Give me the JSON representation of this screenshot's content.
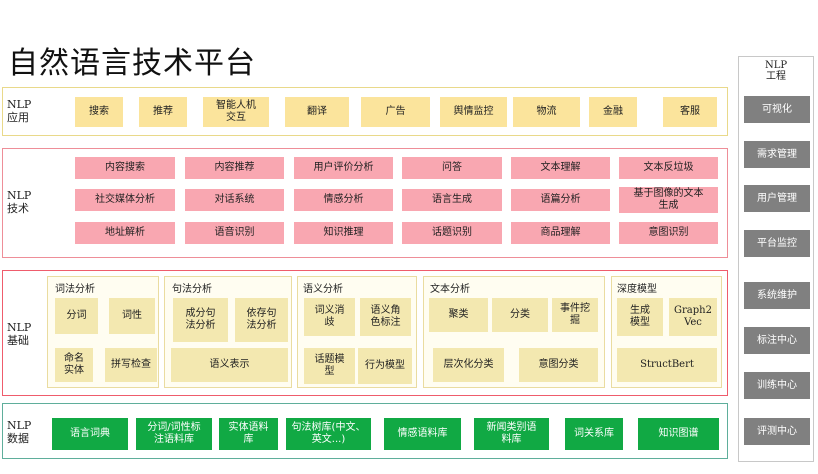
{
  "title": "自然语言技术平台",
  "app": {
    "label_line1": "NLP",
    "label_line2": "应用",
    "items": [
      "搜索",
      "推荐",
      "智能人机\n交互",
      "翻译",
      "广告",
      "舆情监控",
      "物流",
      "金融",
      "客服"
    ]
  },
  "tech": {
    "label_line1": "NLP",
    "label_line2": "技术",
    "items": [
      "内容搜索",
      "内容推荐",
      "用户评价分析",
      "问答",
      "文本理解",
      "文本反垃圾",
      "社交媒体分析",
      "对话系统",
      "情感分析",
      "语言生成",
      "语篇分析",
      "基于图像的文本\n生成",
      "地址解析",
      "语音识别",
      "知识推理",
      "话题识别",
      "商品理解",
      "意图识别"
    ]
  },
  "base": {
    "label_line1": "NLP",
    "label_line2": "基础",
    "groups": [
      {
        "title": "词法分析",
        "items": [
          "分词",
          "词性",
          "命名\n实体",
          "拼写检查"
        ]
      },
      {
        "title": "句法分析",
        "items": [
          "成分句\n法分析",
          "依存句\n法分析",
          "语义表示"
        ]
      },
      {
        "title": "语义分析",
        "items": [
          "词义消\n歧",
          "语义角\n色标注",
          "话题模\n型",
          "行为模型"
        ]
      },
      {
        "title": "文本分析",
        "items": [
          "聚类",
          "分类",
          "事件挖\n掘",
          "层次化分类",
          "意图分类"
        ]
      },
      {
        "title": "深度模型",
        "items": [
          "生成\n模型",
          "Graph2\nVec",
          "StructBert"
        ]
      }
    ]
  },
  "data": {
    "label_line1": "NLP",
    "label_line2": "数据",
    "items": [
      "语言词典",
      "分词/词性标\n注语料库",
      "实体语料\n库",
      "句法树库(中文、\n英文...)",
      "情感语料库",
      "新闻类别语\n料库",
      "词关系库",
      "知识图谱"
    ]
  },
  "engineering": {
    "title_line1": "NLP",
    "title_line2": "工程",
    "items": [
      "可视化",
      "需求管理",
      "用户管理",
      "平台监控",
      "系统维护",
      "标注中心",
      "训练中心",
      "评测中心"
    ]
  },
  "colors": {
    "app_box": "#fbe49c",
    "tech_box": "#f9a7b1",
    "base_box": "#f3e8b0",
    "data_box": "#11a944",
    "engineering_box": "#808080",
    "app_border": "#e9d98a",
    "tech_border": "#ee8e98",
    "base_border": "#ef5c6c",
    "data_border": "#5fae9b"
  }
}
